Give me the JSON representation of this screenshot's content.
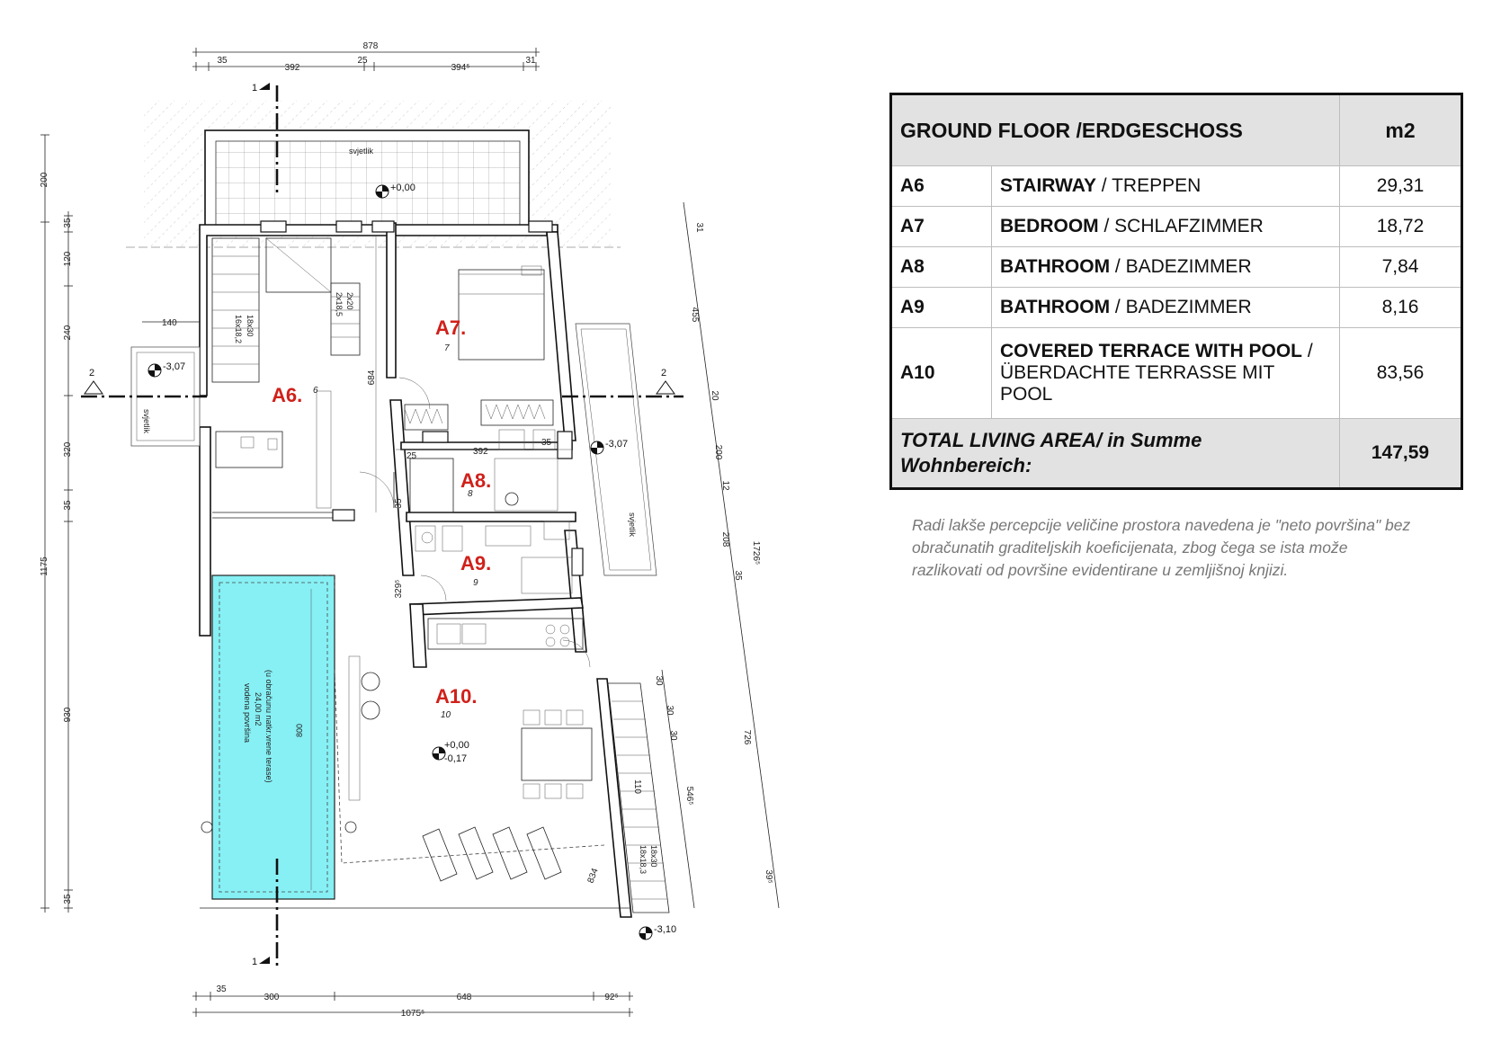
{
  "plan": {
    "top_dims": {
      "overall": "878",
      "parts": [
        "35",
        "392",
        "25",
        "394⁵",
        "31"
      ]
    },
    "bottom_dims": {
      "overall": "1075⁵",
      "parts": [
        "35",
        "300",
        "648",
        "92⁵"
      ]
    },
    "left_dims": {
      "outer": [
        "200",
        "1175"
      ],
      "inner": [
        "35",
        "120",
        "240",
        "320",
        "35",
        "930",
        "35"
      ]
    },
    "right_dims": {
      "outer": [
        "1726⁵",
        "726",
        "39⁵"
      ],
      "inner": [
        "31",
        "455",
        "20",
        "200",
        "12",
        "208",
        "35",
        "546⁵"
      ]
    },
    "section_marks": {
      "section_1": "1",
      "section_2": "2"
    },
    "inner_dims": [
      "140",
      "684",
      "25",
      "392",
      "35",
      "35",
      "329⁵",
      "800",
      "110",
      "834",
      "30",
      "30",
      "30"
    ],
    "stair_notes": [
      "18x30",
      "16x18,2",
      "2x20",
      "2x18,5",
      "18x30",
      "18x18,3"
    ],
    "levels": [
      "+0,00",
      "-3,07",
      "-3,07",
      "+0,00",
      "-0,17",
      "-3,10"
    ],
    "skylight_label": "svjetlik",
    "pool_label": [
      "vodena površina",
      "24,00 m2",
      "(u obračunu natkr.vrene terase)"
    ],
    "rooms": [
      {
        "code": "A6.",
        "num": "6"
      },
      {
        "code": "A7.",
        "num": "7"
      },
      {
        "code": "A8.",
        "num": "8"
      },
      {
        "code": "A9.",
        "num": "9"
      },
      {
        "code": "A10.",
        "num": "10"
      }
    ]
  },
  "table": {
    "header": {
      "title": "GROUND FLOOR /ERDGESCHOSS",
      "unit": "m2"
    },
    "rows": [
      {
        "code": "A6",
        "en": "STAIRWAY",
        "de": " / TREPPEN",
        "area": "29,31"
      },
      {
        "code": "A7",
        "en": "BEDROOM",
        "de": " / SCHLAFZIMMER",
        "area": "18,72"
      },
      {
        "code": "A8",
        "en": "BATHROOM",
        "de": " / BADEZIMMER",
        "area": "7,84"
      },
      {
        "code": "A9",
        "en": "BATHROOM",
        "de": " / BADEZIMMER",
        "area": "8,16"
      },
      {
        "code": "A10",
        "en": "COVERED TERRACE WITH POOL",
        "de": " / ÜBERDACHTE TERRASSE MIT POOL",
        "area": "83,56"
      }
    ],
    "total": {
      "label": "TOTAL LIVING AREA/ in Summe Wohnbereich:",
      "area": "147,59"
    }
  },
  "note": "Radi lakše percepcije veličine prostora navedena je \"neto površina\" bez obračunatih graditeljskih koeficijenata, zbog čega se ista može razlikovati od površine evidentirane u zemljišnoj knjizi.",
  "colors": {
    "pool": "#87f0f4",
    "room_code": "#d0201a",
    "table_header": "#e2e2e2",
    "note": "#777777"
  }
}
